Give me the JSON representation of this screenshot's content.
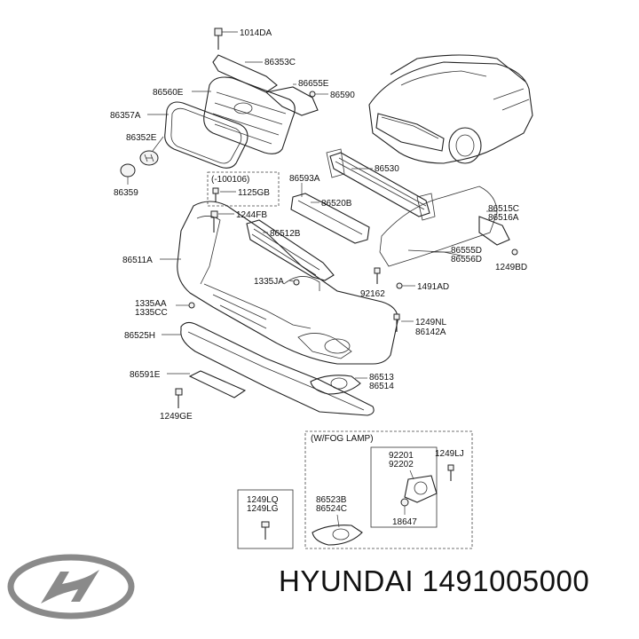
{
  "labels": {
    "p1014DA": "1014DA",
    "p86353C": "86353C",
    "p86655E": "86655E",
    "p86590": "86590",
    "p86560E": "86560E",
    "p86357A": "86357A",
    "p86352E": "86352E",
    "p86359": "86359",
    "p100106": "(-100106)",
    "p1125GB": "1125GB",
    "p1244FB": "1244FB",
    "p86593A": "86593A",
    "p86530": "86530",
    "p86520B": "86520B",
    "p86512B": "86512B",
    "p86515C": "86515C",
    "p86516A": "86516A",
    "p86555D": "86555D",
    "p86556D": "86556D",
    "p1249BD": "1249BD",
    "p86511A": "86511A",
    "p1335JA": "1335JA",
    "p92162": "92162",
    "p1491AD": "1491AD",
    "p1335AA": "1335AA",
    "p1335CC": "1335CC",
    "p1249NL": "1249NL",
    "p86142A": "86142A",
    "p86525H": "86525H",
    "p86591E": "86591E",
    "p86513": "86513",
    "p86514": "86514",
    "p1249GE": "1249GE",
    "pFogLamp": "(W/FOG LAMP)",
    "p92201": "92201",
    "p92202": "92202",
    "p1249LJ": "1249LJ",
    "p1249LQ": "1249LQ",
    "p1249LG": "1249LG",
    "p86523B": "86523B",
    "p86524C": "86524C",
    "p18647": "18647"
  },
  "footer": {
    "brand_part": "HYUNDAI 1491005000",
    "logo_icon": "hyundai-logo-icon"
  },
  "colors": {
    "line": "#222222",
    "logo": "#8a8a8a"
  }
}
